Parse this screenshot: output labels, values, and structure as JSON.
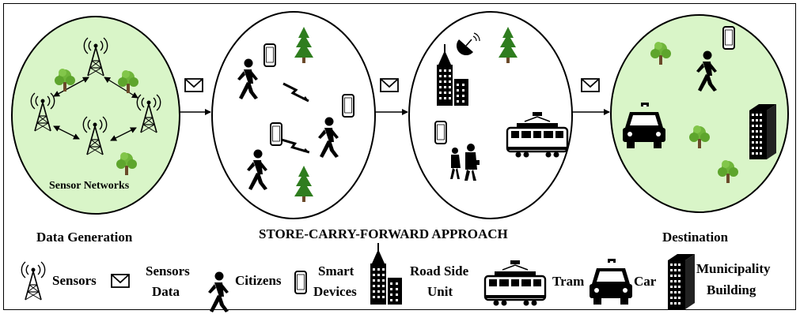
{
  "stages": {
    "sensor_networks_label": "Sensor Networks",
    "data_generation": "Data Generation",
    "approach": "STORE-CARRY-FORWARD APPROACH",
    "destination": "Destination"
  },
  "legend": {
    "sensors": "Sensors",
    "sensors_data_line1": "Sensors",
    "sensors_data_line2": "Data",
    "citizens": "Citizens",
    "smart_devices_line1": "Smart",
    "smart_devices_line2": "Devices",
    "road_side_unit_line1": "Road Side",
    "road_side_unit_line2": "Unit",
    "tram": "Tram",
    "car": "Car",
    "municipality_line1": "Municipality",
    "municipality_line2": "Building"
  },
  "colors": {
    "sensor_region_fill": "#d9f5c8",
    "destination_fill": "#d9f5c8",
    "tree_leaf": "#6fb53a",
    "tree_dark": "#2f7d1f",
    "tree_trunk": "#6b4a2a",
    "stroke": "#000000"
  }
}
